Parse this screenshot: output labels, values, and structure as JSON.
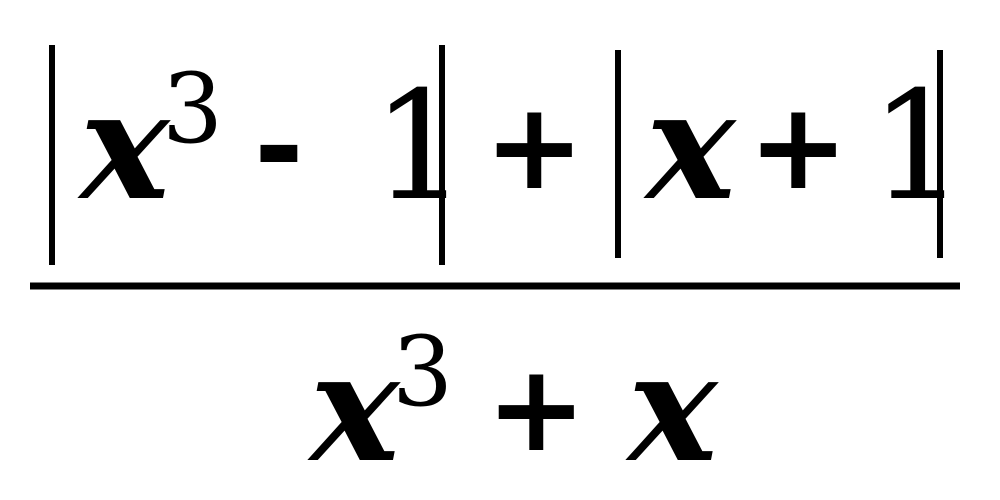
{
  "formula": {
    "numerator": {
      "term1": {
        "base": "x",
        "exponent": "3",
        "operator": "-",
        "constant": "1"
      },
      "joiner": "+",
      "term2": {
        "variable": "x",
        "operator": "+",
        "constant": "1"
      }
    },
    "denominator": {
      "base": "x",
      "exponent": "3",
      "operator": "+",
      "variable": "x"
    }
  },
  "colors": {
    "ink": "#000000",
    "background": "#ffffff"
  }
}
